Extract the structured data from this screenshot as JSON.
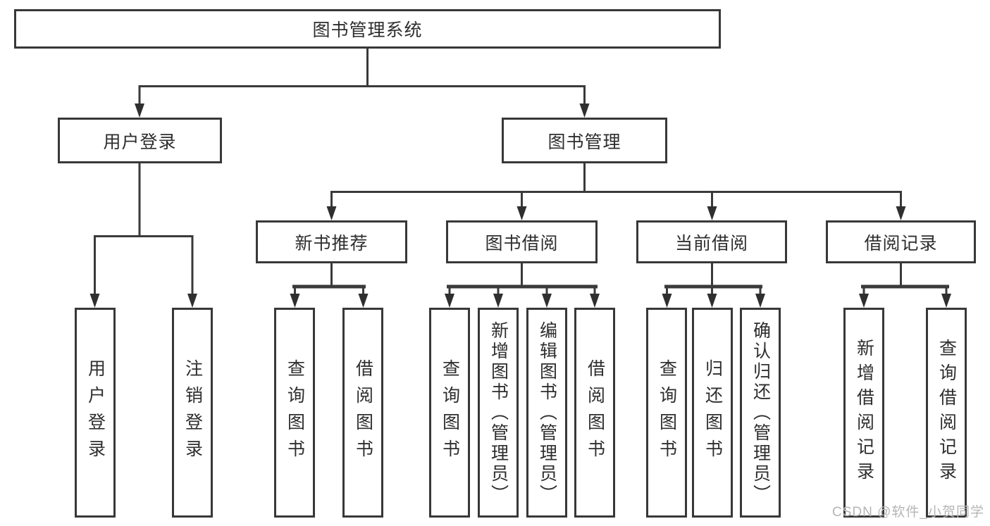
{
  "diagram": {
    "root": {
      "label": "图书管理系统"
    },
    "branches": [
      {
        "label": "用户登录",
        "children": [
          {
            "label": "用户登录"
          },
          {
            "label": "注销登录"
          }
        ]
      },
      {
        "label": "图书管理",
        "sections": [
          {
            "label": "新书推荐",
            "children": [
              {
                "label": "查询图书"
              },
              {
                "label": "借阅图书"
              }
            ]
          },
          {
            "label": "图书借阅",
            "children": [
              {
                "label": "查询图书"
              },
              {
                "label": "新增图书（管理员）"
              },
              {
                "label": "编辑图书（管理员）"
              },
              {
                "label": "借阅图书"
              }
            ]
          },
          {
            "label": "当前借阅",
            "children": [
              {
                "label": "查询图书"
              },
              {
                "label": "归还图书"
              },
              {
                "label": "确认归还（管理员）"
              }
            ]
          },
          {
            "label": "借阅记录",
            "children": [
              {
                "label": "新增借阅记录"
              },
              {
                "label": "查询借阅记录"
              }
            ]
          }
        ]
      }
    ],
    "watermark": "CSDN @软件_小贺同学"
  }
}
